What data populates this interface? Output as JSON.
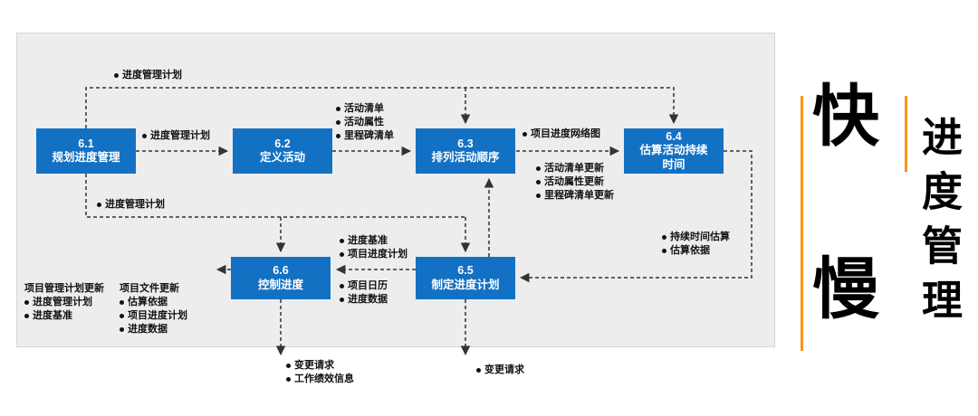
{
  "colors": {
    "box_blue": "#1371c3",
    "orange": "#f7941d",
    "panel_bg": "#ededed",
    "arrow": "#333333"
  },
  "nodes": {
    "n61": {
      "num": "6.1",
      "name": "规划进度管理"
    },
    "n62": {
      "num": "6.2",
      "name": "定义活动"
    },
    "n63": {
      "num": "6.3",
      "name": "排列活动顺序"
    },
    "n64": {
      "num": "6.4",
      "name": "估算活动持续时间"
    },
    "n65": {
      "num": "6.5",
      "name": "制定进度计划"
    },
    "n66": {
      "num": "6.6",
      "name": "控制进度"
    }
  },
  "labels": {
    "top_plan": {
      "items": [
        "进度管理计划"
      ]
    },
    "plan_61_62": {
      "items": [
        "进度管理计划"
      ]
    },
    "out_62": {
      "items": [
        "活动清单",
        "活动属性",
        "里程碑清单"
      ]
    },
    "out_63": {
      "items": [
        "项目进度网络图"
      ]
    },
    "updates_65": {
      "items": [
        "活动清单更新",
        "活动属性更新",
        "里程碑清单更新"
      ]
    },
    "plan_lower": {
      "items": [
        "进度管理计划"
      ]
    },
    "out_64": {
      "items": [
        "持续时间估算",
        "估算依据"
      ]
    },
    "out_65_upper": {
      "items": [
        "进度基准",
        "项目进度计划"
      ]
    },
    "out_65_lower": {
      "items": [
        "项目日历",
        "进度数据"
      ]
    },
    "pm_plan_updates": {
      "title": "项目管理计划更新",
      "items": [
        "进度管理计划",
        "进度基准"
      ]
    },
    "doc_updates": {
      "title": "项目文件更新",
      "items": [
        "估算依据",
        "项目进度计划",
        "进度数据"
      ]
    },
    "out_66_bottom": {
      "items": [
        "变更请求",
        "工作绩效信息"
      ]
    },
    "out_65_bottom": {
      "items": [
        "变更请求"
      ]
    }
  },
  "side": {
    "fast": "快",
    "slow": "慢",
    "vertical_title": "进度管理"
  }
}
